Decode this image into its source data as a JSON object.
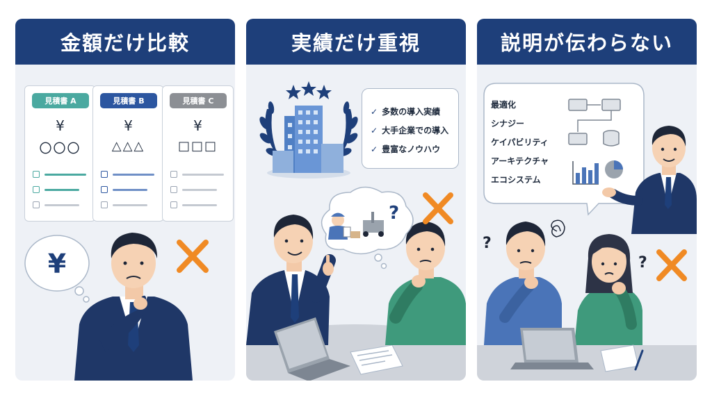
{
  "panels": [
    {
      "title": "金額だけ比較",
      "quotes": [
        {
          "label": "見積書 A",
          "currency": "¥",
          "symbols": "〇〇〇"
        },
        {
          "label": "見積書 B",
          "currency": "¥",
          "symbols": "△△△"
        },
        {
          "label": "見積書 C",
          "currency": "¥",
          "symbols": "□□□"
        }
      ],
      "thought_symbol": "¥"
    },
    {
      "title": "実績だけ重視",
      "achievements": [
        "多数の導入実績",
        "大手企業での導入",
        "豊富なノウハウ"
      ],
      "thought_symbol": "?"
    },
    {
      "title": "説明が伝わらない",
      "jargon": [
        "最適化",
        "シナジー",
        "ケイパビリティ",
        "アーキテクチャ",
        "エコシステム"
      ],
      "confused_symbols": [
        "?",
        "?"
      ]
    }
  ],
  "colors": {
    "header": "#1e3f7a",
    "cross": "#f08a24",
    "suit": "#1f3767",
    "shirt_green": "#3f9a7c",
    "shirt_blue": "#4a74b8"
  },
  "icons": [
    "check-icon",
    "cross-icon",
    "yen-icon",
    "question-icon",
    "building-icon",
    "laurel-icon",
    "star-icon",
    "flowchart-icon",
    "bar-chart-icon",
    "pie-chart-icon",
    "laptop-icon",
    "document-icon"
  ]
}
